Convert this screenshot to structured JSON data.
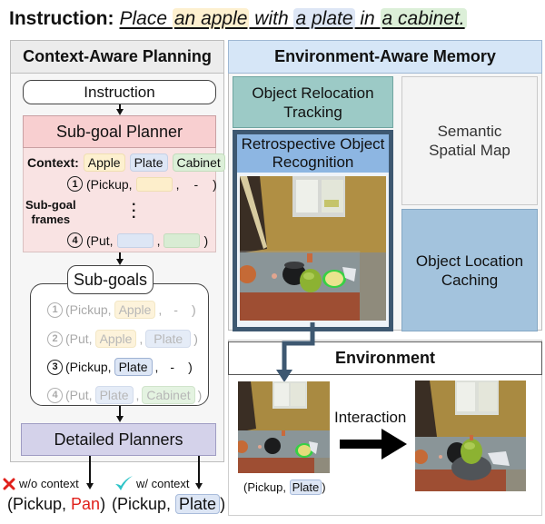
{
  "instruction": {
    "label": "Instruction:",
    "parts": [
      {
        "text": "Place ",
        "highlight": null
      },
      {
        "text": "an apple",
        "highlight": "apple"
      },
      {
        "text": " with ",
        "highlight": null
      },
      {
        "text": "a plate",
        "highlight": "plate"
      },
      {
        "text": " in ",
        "highlight": null
      },
      {
        "text": "a cabinet.",
        "highlight": "cabinet"
      }
    ]
  },
  "colors": {
    "apple": "#fdf0cf",
    "plate": "#dde6f5",
    "cabinet": "#dcefd8",
    "subgoal_planner": "#f8cfd0",
    "detailed_planners": "#d4d2ea",
    "object_relocation_tracking": "#9ccac6",
    "retrospective_object_recognition": "#8db6e2",
    "object_location_caching": "#a3c3dd",
    "memory_header": "#d6e6f7",
    "wrong": "#e0201b",
    "correct": "#2ec4c8"
  },
  "left": {
    "title": "Context-Aware Planning",
    "instruction_box": "Instruction",
    "subgoal_planner": {
      "title": "Sub-goal Planner",
      "context_label": "Context:",
      "context_items": [
        "Apple",
        "Plate",
        "Cabinet"
      ],
      "frames_label_line1": "Sub-goal",
      "frames_label_line2": "frames",
      "ellipsis": "⋮",
      "frames": [
        {
          "num": "1",
          "action": "(Pickup,",
          "sep": ",",
          "last": "-",
          "close": ")"
        },
        {
          "num": "4",
          "action": "(Put,",
          "sep": ",",
          "close": ")"
        }
      ]
    },
    "subgoals": {
      "title": "Sub-goals",
      "items": [
        {
          "num": "1",
          "action": "(Pickup,",
          "obj": "Apple",
          "target": "-",
          "active": false
        },
        {
          "num": "2",
          "action": "(Put,",
          "obj": "Apple",
          "target": "Plate",
          "active": false
        },
        {
          "num": "3",
          "action": "(Pickup,",
          "obj": "Plate",
          "target": "-",
          "active": true
        },
        {
          "num": "4",
          "action": "(Put,",
          "obj": "Plate",
          "target": "Cabinet",
          "active": false
        }
      ]
    },
    "detailed_planners": "Detailed Planners",
    "outcomes": {
      "without": {
        "icon": "cross-icon",
        "label": "w/o context",
        "prefix": "(Pickup, ",
        "object": "Pan",
        "suffix": ")"
      },
      "with": {
        "icon": "check-icon",
        "label": "w/ context",
        "prefix": "(Pickup, ",
        "object": "Plate",
        "suffix": ")"
      }
    }
  },
  "right": {
    "title": "Environment-Aware Memory",
    "object_relocation_tracking": [
      "Object Relocation",
      "Tracking"
    ],
    "retrospective_object_recognition": [
      "Retrospective Object",
      "Recognition"
    ],
    "semantic_spatial_map": [
      "Semantic",
      "Spatial Map"
    ],
    "object_location_caching": [
      "Object Location",
      "Caching"
    ]
  },
  "environment": {
    "title": "Environment",
    "interaction_label": "Interaction",
    "action_prefix": "(Pickup, ",
    "action_object": "Plate",
    "action_suffix": ")"
  }
}
